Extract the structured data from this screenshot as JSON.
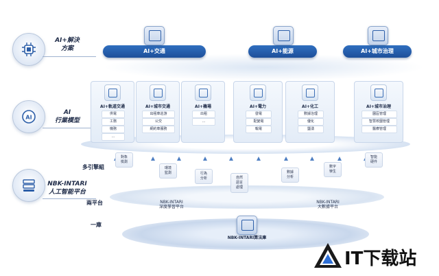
{
  "left_sections": [
    {
      "label_line1": "AI+解決",
      "label_line2": "方案",
      "icon": "chip-icon"
    },
    {
      "label_line1": "AI",
      "label_line2": "行業模型",
      "icon": "ai-icon"
    },
    {
      "label_line1": "NBK-INTARI",
      "label_line2": "人工智能平台",
      "icon": "platform-icon"
    }
  ],
  "solutions": [
    "AI+交通",
    "AI+能源",
    "AI+城市治理"
  ],
  "industry_models": [
    {
      "title": "AI+軌道交通",
      "items": [
        "供電",
        "工務",
        "機務",
        "…"
      ]
    },
    {
      "title": "AI+城市交通",
      "items": [
        "出租車巡游",
        "公交",
        "網約車服務"
      ]
    },
    {
      "title": "AI+機場",
      "items": [
        "出租",
        "…"
      ]
    },
    {
      "title": "AI+電力",
      "items": [
        "發電",
        "配變電",
        "輸電"
      ]
    },
    {
      "title": "AI+化工",
      "items": [
        "數據治理",
        "優化",
        "鹽湧"
      ]
    },
    {
      "title": "AI+城市治理",
      "items": [
        "園區管理",
        "智慧校園管理",
        "醫療管理"
      ]
    }
  ],
  "engines": [
    {
      "label": "對象\n檢測"
    },
    {
      "label": "環境\n監測"
    },
    {
      "label": "行為\n分析"
    },
    {
      "label": "自然\n語言\n處理"
    },
    {
      "label": "數據\n分析"
    },
    {
      "label": "數字\n孿生"
    },
    {
      "label": "智能\n硬件"
    }
  ],
  "layer_labels": {
    "engines": "多引擎組",
    "platforms": "兩平台",
    "library": "一庫"
  },
  "platforms": [
    {
      "line1": "NBK-INTARI",
      "line2": "深度學習平台"
    },
    {
      "line1": "NBK-INTARI",
      "line2": "大數據平台"
    }
  ],
  "library": "NBK-INTARI算法庫",
  "watermark": "IT下载站",
  "colors": {
    "primary": "#1e4f9a",
    "accent": "#2f6fbf",
    "light": "#e3ecf7"
  }
}
